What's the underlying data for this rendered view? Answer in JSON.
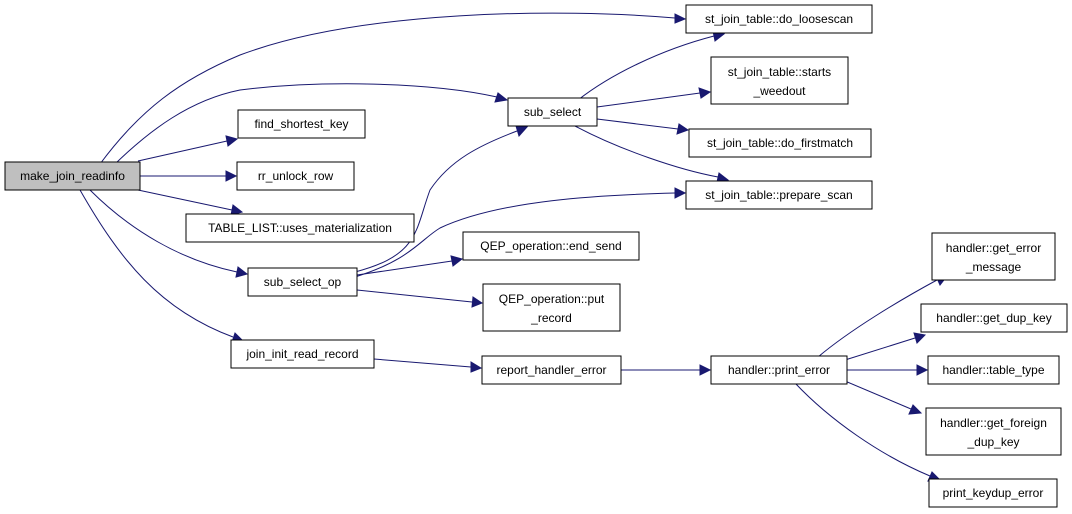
{
  "colors": {
    "edge": "#191970",
    "root_fill": "#bfbfbf",
    "node_fill": "#ffffff",
    "node_stroke": "#000000"
  },
  "nodes": {
    "make_join_readinfo": {
      "lines": [
        "make_join_readinfo"
      ]
    },
    "sub_select": {
      "lines": [
        "sub_select"
      ]
    },
    "find_shortest_key": {
      "lines": [
        "find_shortest_key"
      ]
    },
    "rr_unlock_row": {
      "lines": [
        "rr_unlock_row"
      ]
    },
    "uses_materialization": {
      "lines": [
        "TABLE_LIST::uses_materialization"
      ]
    },
    "sub_select_op": {
      "lines": [
        "sub_select_op"
      ]
    },
    "join_init_read_record": {
      "lines": [
        "join_init_read_record"
      ]
    },
    "do_loosescan": {
      "lines": [
        "st_join_table::do_loosescan"
      ]
    },
    "starts_weedout": {
      "lines": [
        "st_join_table::starts",
        "_weedout"
      ]
    },
    "do_firstmatch": {
      "lines": [
        "st_join_table::do_firstmatch"
      ]
    },
    "prepare_scan": {
      "lines": [
        "st_join_table::prepare_scan"
      ]
    },
    "end_send": {
      "lines": [
        "QEP_operation::end_send"
      ]
    },
    "put_record": {
      "lines": [
        "QEP_operation::put",
        "_record"
      ]
    },
    "report_handler_error": {
      "lines": [
        "report_handler_error"
      ]
    },
    "print_error": {
      "lines": [
        "handler::print_error"
      ]
    },
    "get_error_message": {
      "lines": [
        "handler::get_error",
        "_message"
      ]
    },
    "get_dup_key": {
      "lines": [
        "handler::get_dup_key"
      ]
    },
    "table_type": {
      "lines": [
        "handler::table_type"
      ]
    },
    "get_foreign_dup_key": {
      "lines": [
        "handler::get_foreign",
        "_dup_key"
      ]
    },
    "print_keydup_error": {
      "lines": [
        "print_keydup_error"
      ]
    }
  }
}
